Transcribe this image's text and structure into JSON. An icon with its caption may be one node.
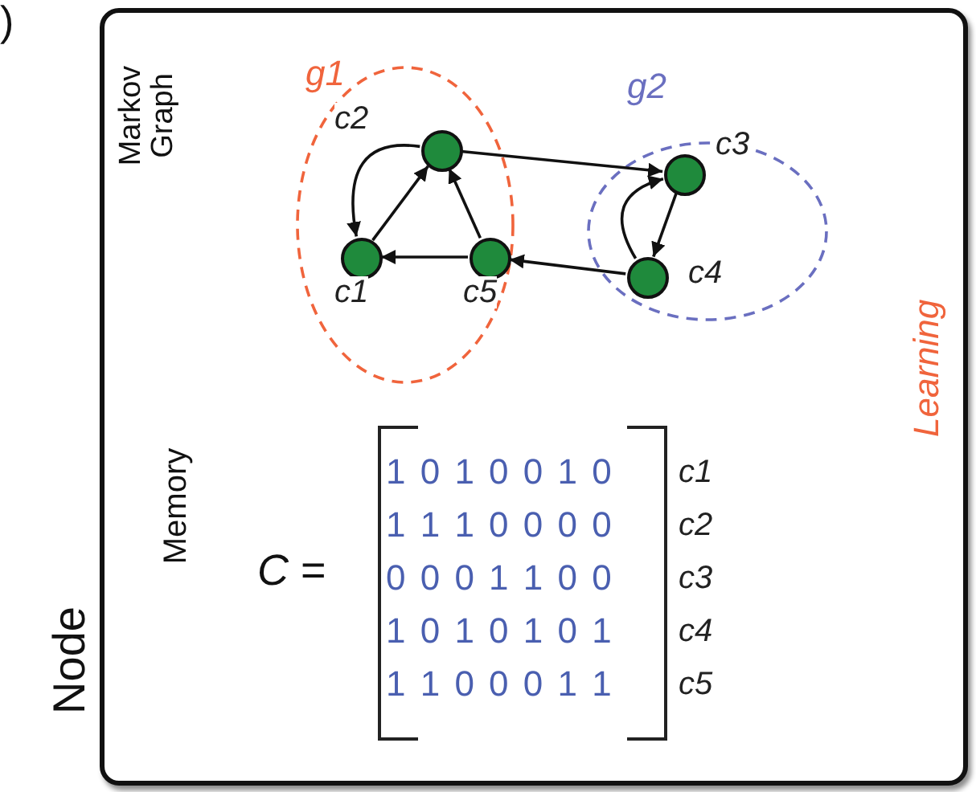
{
  "diagram": {
    "nodes": [
      {
        "text": [
          "Node"
        ]
      },
      {
        "text": [
          "g1"
        ],
        "in": 0
      },
      {
        "text": [
          "g2"
        ],
        "in": 0
      },
      {
        "text": [
          "c2"
        ],
        "in": 1
      },
      {
        "text": [
          "c3"
        ],
        "in": 2
      },
      {
        "text": [
          "c1"
        ],
        "in": 1
      },
      {
        "text": [
          "c5"
        ],
        "in": 1
      },
      {
        "text": [
          "c4"
        ],
        "in": 2
      }
    ],
    "edges": [
      {
        "from": 3,
        "to": 5,
        "arrow": "to"
      },
      {
        "from": 5,
        "to": 3,
        "arrow": "to"
      },
      {
        "from": 6,
        "to": 3,
        "arrow": "to"
      },
      {
        "from": 6,
        "to": 5,
        "arrow": "to"
      },
      {
        "from": 3,
        "to": 4,
        "arrow": "to"
      },
      {
        "from": 7,
        "to": 6,
        "arrow": "to"
      },
      {
        "from": 4,
        "to": 7,
        "arrow": "to"
      },
      {
        "from": 7,
        "to": 4,
        "arrow": "to"
      }
    ],
    "labels": [
      ")",
      "Markov Graph",
      "Learning",
      "Memory",
      "*C* =",
      "1 0 1 0 0 1 0",
      "c1",
      "1 1 1 0 0 0 0",
      "c2",
      "0 0 0 1 1 0 0",
      "c3",
      "1 0 1 0 1 0 1",
      "c4",
      "1 1 0 0 0 1 1",
      "c5"
    ]
  }
}
